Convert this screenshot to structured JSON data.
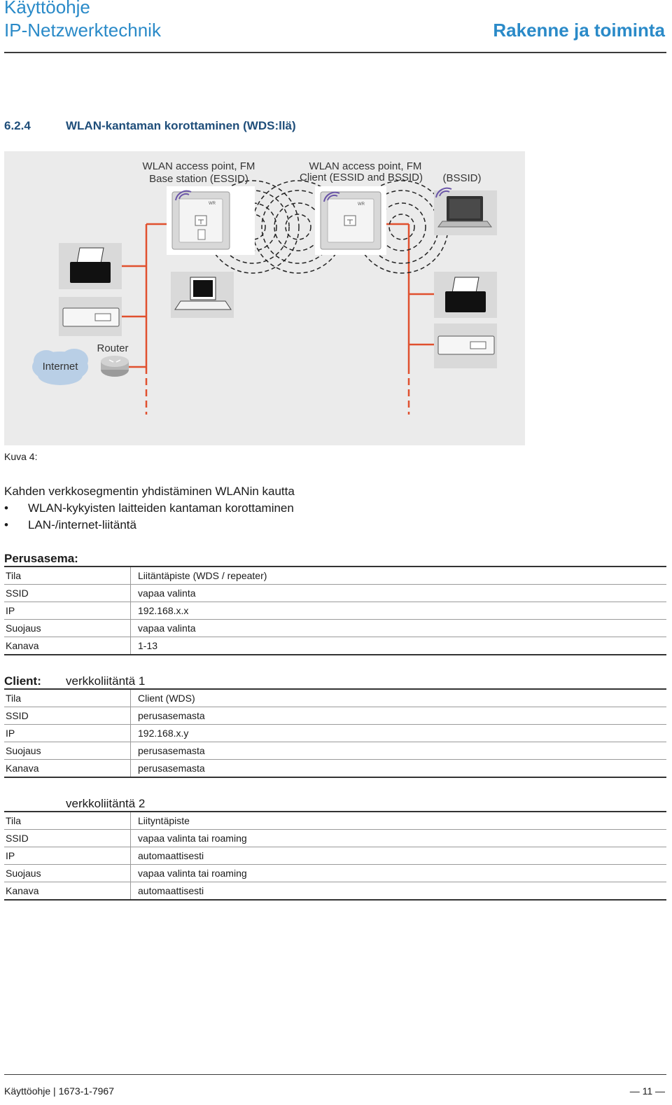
{
  "header": {
    "title": "Käyttöohje",
    "subtitle": "IP-Netzwerktechnik",
    "section": "Rakenne ja toiminta"
  },
  "section": {
    "number": "6.2.4",
    "title": "WLAN-kantaman korottaminen (WDS:llä)"
  },
  "figure": {
    "label_base_1": "WLAN access point, FM",
    "label_base_2": "Base station (ESSID)",
    "label_client_1": "WLAN access point, FM",
    "label_client_2": "Client (ESSID and BSSID)",
    "label_bssid": "(BSSID)",
    "label_router": "Router",
    "label_internet": "Internet",
    "device_text": "WR",
    "colors": {
      "line": "#e0502e",
      "background": "#ebebeb",
      "wifi": "#6b56a8"
    }
  },
  "caption": "Kuva 4:",
  "intro": {
    "line": "Kahden verkkosegmentin yhdistäminen WLANin kautta",
    "bullets": [
      "WLAN-kykyisten laitteiden kantaman korottaminen",
      "LAN-/internet-liitäntä"
    ]
  },
  "base_table": {
    "title": "Perusasema:",
    "rows": [
      {
        "k": "Tila",
        "v": "Liitäntäpiste (WDS / repeater)"
      },
      {
        "k": "SSID",
        "v": "vapaa valinta"
      },
      {
        "k": "IP",
        "v": "192.168.x.x"
      },
      {
        "k": "Suojaus",
        "v": "vapaa valinta"
      },
      {
        "k": "Kanava",
        "v": "1-13"
      }
    ]
  },
  "client_table": {
    "title": "Client:",
    "subtitle": "verkkoliitäntä 1",
    "rows": [
      {
        "k": "Tila",
        "v": "Client (WDS)"
      },
      {
        "k": "SSID",
        "v": "perusasemasta"
      },
      {
        "k": "IP",
        "v": "192.168.x.y"
      },
      {
        "k": "Suojaus",
        "v": "perusasemasta"
      },
      {
        "k": "Kanava",
        "v": "perusasemasta"
      }
    ]
  },
  "net2_table": {
    "subtitle": "verkkoliitäntä 2",
    "rows": [
      {
        "k": "Tila",
        "v": "Liityntäpiste"
      },
      {
        "k": "SSID",
        "v": "vapaa valinta tai roaming"
      },
      {
        "k": "IP",
        "v": "automaattisesti"
      },
      {
        "k": "Suojaus",
        "v": "vapaa valinta tai roaming"
      },
      {
        "k": "Kanava",
        "v": "automaattisesti"
      }
    ]
  },
  "footer": {
    "left": "Käyttöohje | 1673-1-7967",
    "right": "— 11 —"
  }
}
